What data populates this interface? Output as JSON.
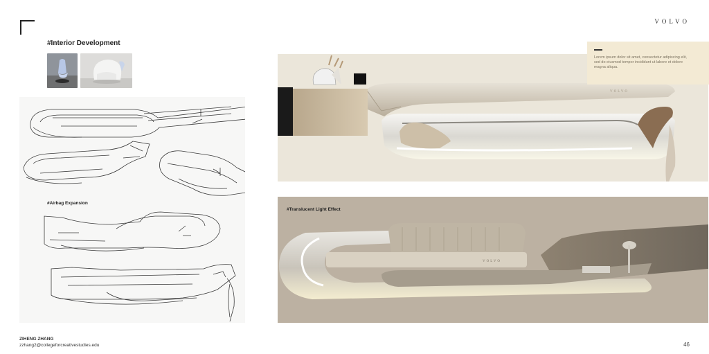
{
  "brand": "VOLVO",
  "section_title": "#Interior Development",
  "airbag_label": "#Airbag Expansion",
  "translucent_label": "#Translucent Light Effect",
  "note_text": "Lorem ipsum dolor sit amet, consectetur adipiscing elit, sed do eiusmod tempor incididunt ut labore et dolore magna aliqua.",
  "render_badge": "VOLVO",
  "render_badge_bottom": "VOLVO",
  "author_name": "ZIHENG ZHANG",
  "author_email": "zzhang2@collegeforcreativestudies.edu",
  "page_number": "46",
  "colors": {
    "top_panel": "#ebe6da",
    "bottom_panel": "#bcb1a2",
    "note_box": "#f3ead4"
  }
}
